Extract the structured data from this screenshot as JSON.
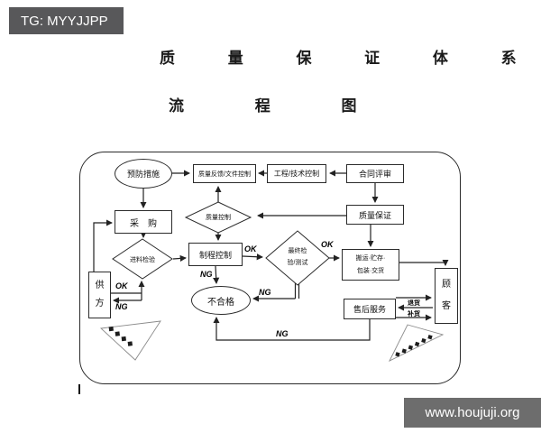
{
  "header": {
    "badge": "TG: MYYJJPP"
  },
  "titles": {
    "line1": "质 量 保 证 体 系",
    "line2": "流 程 图"
  },
  "nodes": {
    "preventive": "预防措施",
    "feedback_doc": "质量反馈/文件控制",
    "eng_tech": "工程/技术控制",
    "contract_review": "合同评审",
    "purchasing": "采　购",
    "quality_control": "质量控制",
    "quality_assurance": "质量保证",
    "incoming_inspection": "进料检验",
    "process_control": "制程控制",
    "final_test_line1": "最终检",
    "final_test_line2": "验/测试",
    "handling_line1": "搬运·贮存·",
    "handling_line2": "包装·交货",
    "after_sales": "售后服务",
    "customer_char1": "顾",
    "customer_char2": "客",
    "supplier_char1": "供",
    "supplier_char2": "方",
    "nonconforming": "不合格"
  },
  "edge_labels": {
    "supplier_ok": "OK",
    "supplier_ng": "NG",
    "process_ok": "OK",
    "final_ok": "OK",
    "process_ng": "NG",
    "final_ng": "NG",
    "service_ng": "NG",
    "return_goods": "退货",
    "replacement": "补货"
  },
  "stamps": {
    "left_marks": "◆◆◆◆",
    "right_marks": "◆◆◆◆◆◆"
  },
  "watermark": {
    "text": "www.houjuji.org"
  },
  "colors": {
    "badge_bg": "#58585a",
    "watermark_bg": "#6d6d6d",
    "line": "#222222",
    "text": "#111111"
  }
}
